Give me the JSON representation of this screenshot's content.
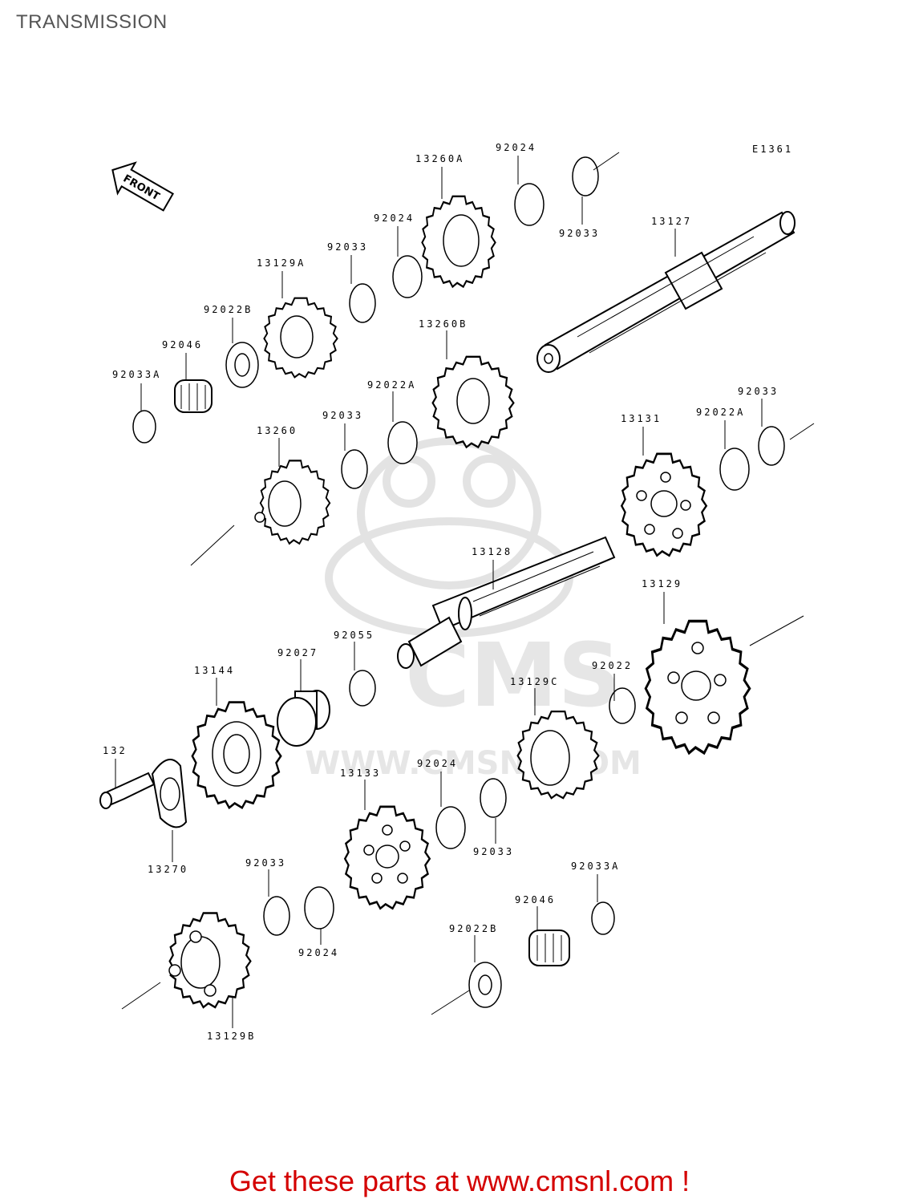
{
  "page": {
    "title": "TRANSMISSION"
  },
  "diagram": {
    "code": "E1361",
    "front_marker": "FRONT",
    "watermark": {
      "brand": "CMS",
      "site": "WWW.CMSNL.COM"
    },
    "labels": {
      "l13260a": "13260A",
      "l92024a": "92024",
      "l92033a": "92033",
      "l92024b": "92024",
      "l92033b": "92033",
      "l13129a": "13129A",
      "l92022b_top": "92022B",
      "l92046_top": "92046",
      "l92033a_top": "92033A",
      "l13127": "13127",
      "l13260b": "13260B",
      "l92022a_mid": "92022A",
      "l92033_mid": "92033",
      "l13260": "13260",
      "l13131": "13131",
      "l92022a_right": "92022A",
      "l92033_right": "92033",
      "l13128": "13128",
      "l13129": "13129",
      "l92055": "92055",
      "l92027": "92027",
      "l13144": "13144",
      "l92022": "92022",
      "l13129c": "13129C",
      "l132": "132",
      "l92024_c": "92024",
      "l13133": "13133",
      "l92033_c": "92033",
      "l13270": "13270",
      "l92033_low": "92033",
      "l92024_low": "92024",
      "l92046_low": "92046",
      "l92033a_low": "92033A",
      "l92022b_low": "92022B",
      "l13129b": "13129B"
    }
  },
  "footer": {
    "text": "Get these parts at www.cmsnl.com !"
  }
}
